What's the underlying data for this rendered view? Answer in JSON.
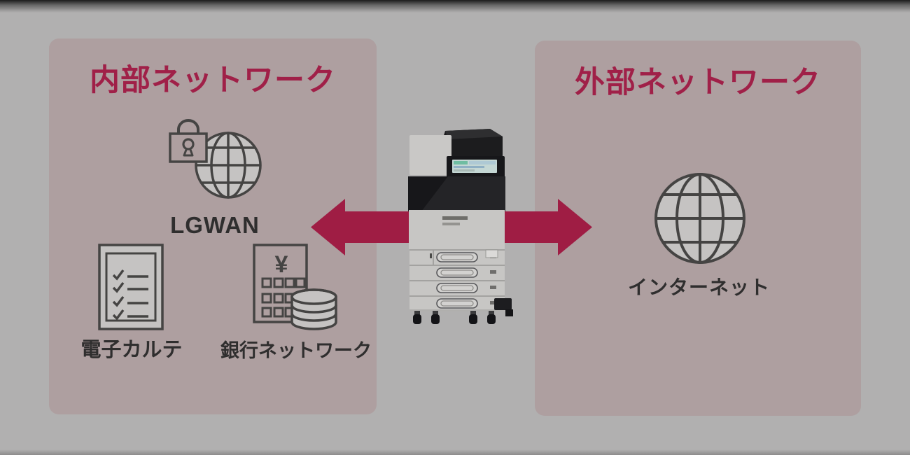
{
  "colors": {
    "background": "#b1b0b0",
    "panel": "#ae9fa0",
    "title": "#a02048",
    "arrow": "#9f1d44",
    "icon_stroke": "#454443",
    "icon_fill": "#c5c3c2",
    "label": "#2f2e2e",
    "printer_screen": "#c4d7d4"
  },
  "panels": {
    "internal": {
      "title": "内部ネットワーク",
      "items": [
        {
          "label": "LGWAN",
          "icon": "lock-globe-icon"
        },
        {
          "label": "電子カルテ",
          "icon": "document-checklist-icon"
        },
        {
          "label": "銀行ネットワーク",
          "icon": "bank-database-icon",
          "icon_glyph": "¥"
        }
      ]
    },
    "external": {
      "title": "外部ネットワーク",
      "items": [
        {
          "label": "インターネット",
          "icon": "globe-icon"
        }
      ]
    }
  },
  "center": {
    "device": "multifunction-printer",
    "connection": "bidirectional-arrow"
  }
}
